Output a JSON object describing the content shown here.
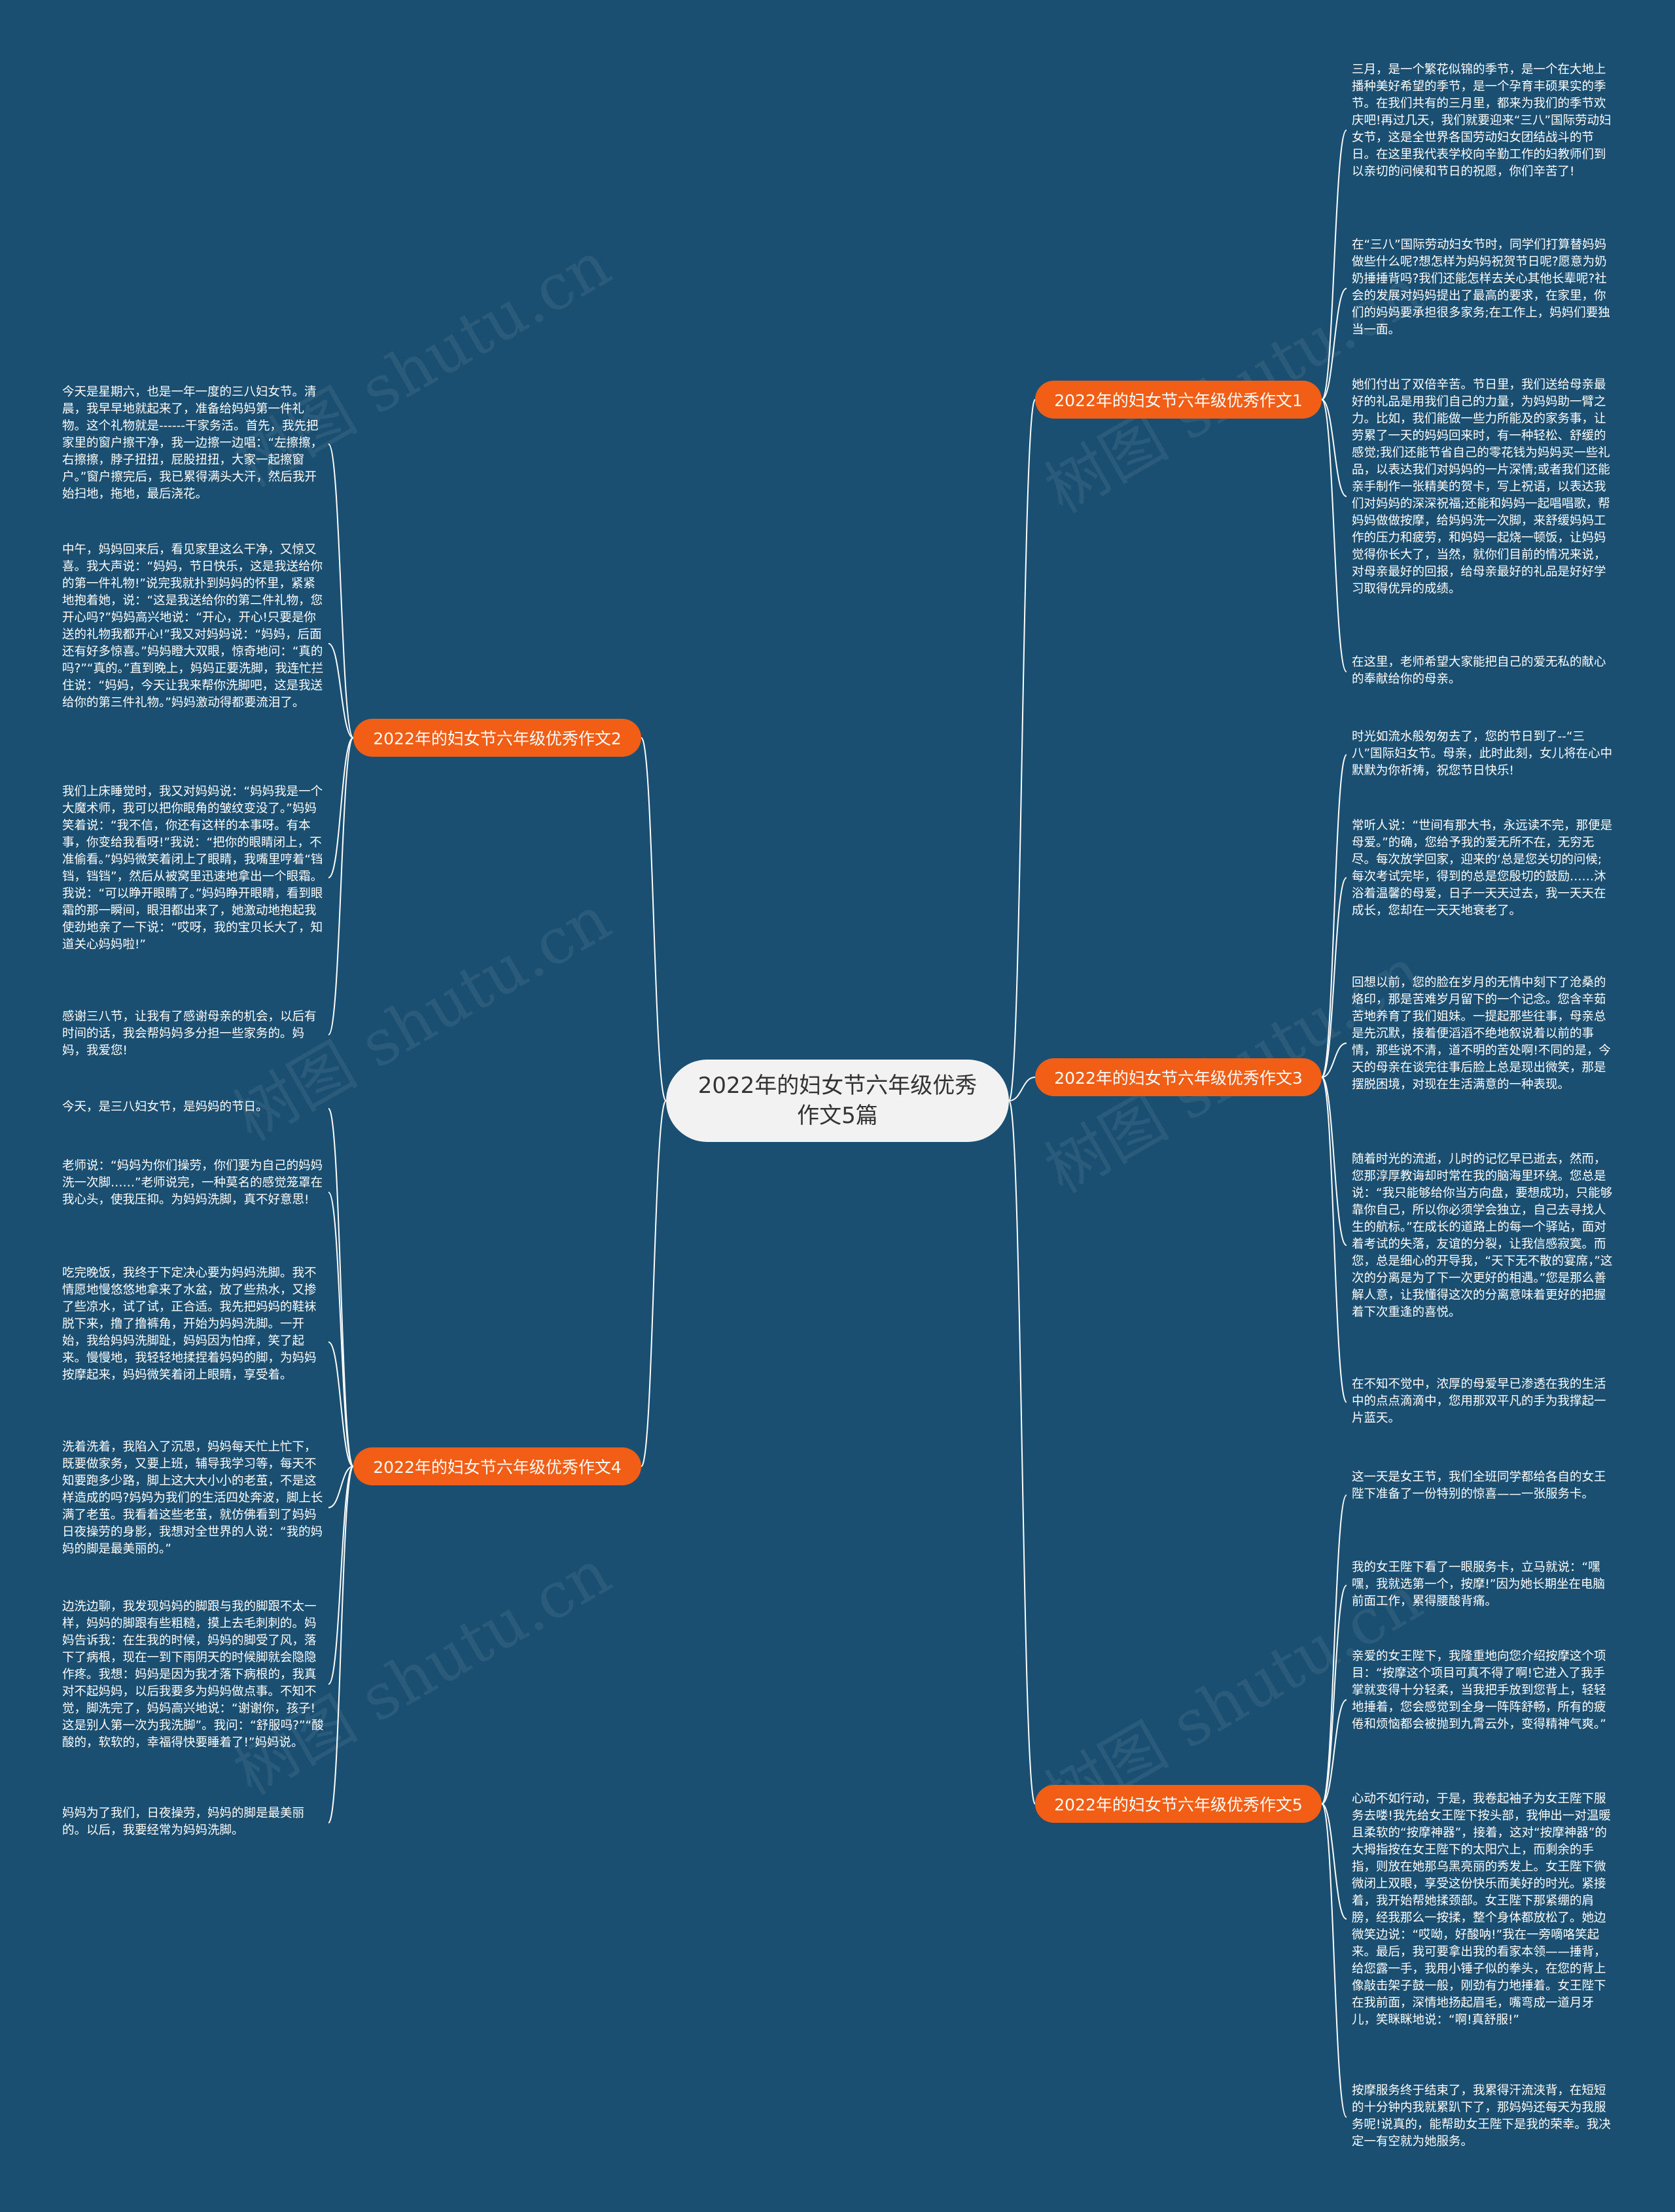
{
  "root": {
    "title": "2022年的妇女节六年级优秀作文5篇"
  },
  "watermark": "树图 shutu.cn",
  "branches": [
    {
      "label": "2022年的妇女节六年级优秀作文1",
      "leaves": [
        "三月，是一个繁花似锦的季节，是一个在大地上播种美好希望的季节，是一个孕育丰硕果实的季节。在我们共有的三月里，都来为我们的季节欢庆吧!再过几天，我们就要迎来“三八”国际劳动妇女节，这是全世界各国劳动妇女团结战斗的节日。在这里我代表学校向辛勤工作的妇教师们到以亲切的问候和节日的祝愿，你们辛苦了!",
        "在“三八”国际劳动妇女节时，同学们打算替妈妈做些什么呢?想怎样为妈妈祝贺节日呢?愿意为奶奶捶捶背吗?我们还能怎样去关心其他长辈呢?社会的发展对妈妈提出了最高的要求，在家里，你们的妈妈要承担很多家务;在工作上，妈妈们要独当一面。",
        "她们付出了双倍辛苦。节日里，我们送给母亲最好的礼品是用我们自己的力量，为妈妈助一臂之力。比如，我们能做一些力所能及的家务事，让劳累了一天的妈妈回来时，有一种轻松、舒缓的感觉;我们还能节省自己的零花钱为妈妈买一些礼品，以表达我们对妈妈的一片深情;或者我们还能亲手制作一张精美的贺卡，写上祝语，以表达我们对妈妈的深深祝福;还能和妈妈一起唱唱歌，帮妈妈做做按摩，给妈妈洗一次脚，来舒缓妈妈工作的压力和疲劳，和妈妈一起烧一顿饭，让妈妈觉得你长大了，当然，就你们目前的情况来说，对母亲最好的回报，给母亲最好的礼品是好好学习取得优异的成绩。",
        "在这里，老师希望大家能把自己的爱无私的献心的奉献给你的母亲。"
      ]
    },
    {
      "label": "2022年的妇女节六年级优秀作文2",
      "leaves": [
        "今天是星期六，也是一年一度的三八妇女节。清晨，我早早地就起来了，准备给妈妈第一件礼物。这个礼物就是------干家务活。首先，我先把家里的窗户擦干净，我一边擦一边唱：“左擦擦，右擦擦，脖子扭扭，屁股扭扭，大家一起擦窗户。”窗户擦完后，我已累得满头大汗，然后我开始扫地，拖地，最后浇花。",
        "中午，妈妈回来后，看见家里这么干净，又惊又喜。我大声说：“妈妈，节日快乐，这是我送给你的第一件礼物!”说完我就扑到妈妈的怀里，紧紧地抱着她，说：“这是我送给你的第二件礼物，您开心吗?”妈妈高兴地说：“开心，开心!只要是你送的礼物我都开心!”我又对妈妈说：“妈妈，后面还有好多惊喜。”妈妈瞪大双眼，惊奇地问：“真的吗?”“真的。”直到晚上，妈妈正要洗脚，我连忙拦住说：“妈妈，今天让我来帮你洗脚吧，这是我送给你的第三件礼物。”妈妈激动得都要流泪了。",
        "我们上床睡觉时，我又对妈妈说：“妈妈我是一个大魔术师，我可以把你眼角的皱纹变没了。”妈妈笑着说：“我不信，你还有这样的本事呀。有本事，你变给我看呀!”我说：“把你的眼睛闭上，不准偷看。”妈妈微笑着闭上了眼睛，我嘴里哼着“铛铛，铛铛”，然后从被窝里迅速地拿出一个眼霜。我说：“可以睁开眼睛了。”妈妈睁开眼睛，看到眼霜的那一瞬间，眼泪都出来了，她激动地抱起我使劲地亲了一下说：“哎呀，我的宝贝长大了，知道关心妈妈啦!”",
        "感谢三八节，让我有了感谢母亲的机会，以后有时间的话，我会帮妈妈多分担一些家务的。妈妈，我爱您!"
      ]
    },
    {
      "label": "2022年的妇女节六年级优秀作文3",
      "leaves": [
        "时光如流水般匆匆去了，您的节日到了--“三八”国际妇女节。母亲，此时此刻，女儿将在心中默默为你祈祷，祝您节日快乐!",
        "常听人说：“世间有那大书，永远读不完，那便是母爱。”的确，您给予我的爱无所不在，无穷无尽。每次放学回家，迎来的‘总是您关切的问候;每次考试完毕，得到的总是您殷切的鼓励……沐浴着温馨的母爱，日子一天天过去，我一天天在成长，您却在一天天地衰老了。",
        "回想以前，您的脸在岁月的无情中刻下了沧桑的烙印，那是苦难岁月留下的一个记念。您含辛茹苦地养育了我们姐妹。一提起那些往事，母亲总是先沉默，接着便滔滔不绝地叙说着以前的事情，那些说不清，道不明的苦处啊!不同的是，今天的母亲在谈完往事后脸上总是现出微笑，那是摆脱困境，对现在生活满意的一种表现。",
        "随着时光的流逝，儿时的记忆早已逝去，然而，您那淳厚教诲却时常在我的脑海里环绕。您总是说：“我只能够给你当方向盘，要想成功，只能够靠你自己，所以你必须学会独立，自己去寻找人生的航标。”在成长的道路上的每一个驿站，面对着考试的失落，友谊的分裂，让我信感寂寞。而您，总是细心的开导我，“天下无不散的宴席，”这次的分离是为了下一次更好的相遇。”您是那么善解人意，让我懂得这次的分离意味着更好的把握着下次重逢的喜悦。",
        "在不知不觉中，浓厚的母爱早已渗透在我的生活中的点点滴滴中，您用那双平凡的手为我撑起一片蓝天。"
      ]
    },
    {
      "label": "2022年的妇女节六年级优秀作文4",
      "leaves": [
        "今天，是三八妇女节，是妈妈的节日。",
        "老师说：“妈妈为你们操劳，你们要为自己的妈妈洗一次脚……”老师说完，一种莫名的感觉笼罩在我心头，使我压抑。为妈妈洗脚，真不好意思!",
        "吃完晚饭，我终于下定决心要为妈妈洗脚。我不情愿地慢悠悠地拿来了水盆，放了些热水，又掺了些凉水，试了试，正合适。我先把妈妈的鞋袜脱下来，撸了撸裤角，开始为妈妈洗脚。一开始，我给妈妈洗脚趾，妈妈因为怕痒，笑了起来。慢慢地，我轻轻地揉捏着妈妈的脚，为妈妈按摩起来，妈妈微笑着闭上眼睛，享受着。",
        "洗着洗着，我陷入了沉思，妈妈每天忙上忙下，既要做家务，又要上班，辅导我学习等，每天不知要跑多少路，脚上这大大小小的老茧，不是这样造成的吗?妈妈为我们的生活四处奔波，脚上长满了老茧。我看着这些老茧，就仿佛看到了妈妈日夜操劳的身影，我想对全世界的人说：“我的妈妈的脚是最美丽的。”",
        "边洗边聊，我发现妈妈的脚跟与我的脚跟不太一样，妈妈的脚跟有些粗糙，摸上去毛刺刺的。妈妈告诉我：在生我的时候，妈妈的脚受了风，落下了病根，现在一到下雨阴天的时候脚就会隐隐作疼。我想：妈妈是因为我才落下病根的，我真对不起妈妈，以后我要多为妈妈做点事。不知不觉，脚洗完了，妈妈高兴地说：“谢谢你，孩子!这是别人第一次为我洗脚”。我问：“舒服吗?”“酸酸的，软软的，幸福得快要睡着了!”妈妈说。",
        "妈妈为了我们，日夜操劳，妈妈的脚是最美丽的。以后，我要经常为妈妈洗脚。"
      ]
    },
    {
      "label": "2022年的妇女节六年级优秀作文5",
      "leaves": [
        "这一天是女王节，我们全班同学都给各自的女王陛下准备了一份特别的惊喜——一张服务卡。",
        "我的女王陛下看了一眼服务卡，立马就说：“嘿嘿，我就选第一个，按摩!”因为她长期坐在电脑前面工作，累得腰酸背痛。",
        "亲爱的女王陛下，我隆重地向您介绍按摩这个项目：“按摩这个项目可真不得了啊!它进入了我手掌就变得十分轻柔，当我把手放到您背上，轻轻地捶着，您会感觉到全身一阵阵舒畅，所有的疲倦和烦恼都会被抛到九霄云外，变得精神气爽。”",
        "心动不如行动，于是，我卷起袖子为女王陛下服务去喽!我先给女王陛下按头部，我伸出一对温暖且柔软的“按摩神器”，接着，这对“按摩神器”的大拇指按在女王陛下的太阳穴上，而剩余的手指，则放在她那乌黑亮丽的秀发上。女王陛下微微闭上双眼，享受这份快乐而美好的时光。紧接着，我开始帮她揉颈部。女王陛下那紧绷的肩膀，经我那么一按揉，整个身体都放松了。她边微笑边说：“哎呦，好酸呐!”我在一旁嘀咯笑起来。最后，我可要拿出我的看家本领——捶背，给您露一手，我用小锤子似的拳头，在您的背上像敲击架子鼓一般，刚劲有力地捶着。女王陛下在我前面，深情地扬起眉毛，嘴弯成一道月牙儿，笑眯眯地说：“啊!真舒服!”",
        "按摩服务终于结束了，我累得汗流浃背，在短短的十分钟内我就累趴下了，那妈妈还每天为我服务呢!说真的，能帮助女王陛下是我的荣幸。我决定一有空就为她服务。"
      ]
    }
  ],
  "colors": {
    "background": "#1b4f72",
    "branch": "#f25e16",
    "root_fill": "#f2f2f2",
    "link": "#ffffff"
  }
}
